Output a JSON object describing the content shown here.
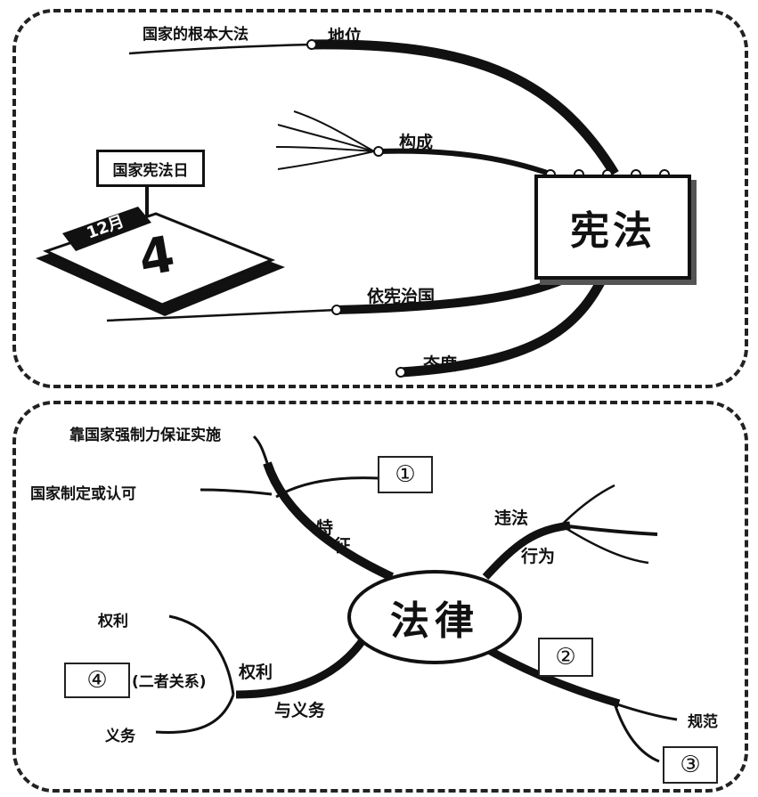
{
  "top": {
    "center": "宪法",
    "branches": {
      "status": "地位",
      "status_note": "国家的根本大法",
      "composition": "构成",
      "govern": "依宪治国",
      "attitude": "态度"
    },
    "calendar": {
      "sign": "国家宪法日",
      "month": "12月",
      "day": "4"
    }
  },
  "bottom": {
    "center": "法律",
    "features": {
      "label_1": "特",
      "label_2": "征",
      "item_a": "靠国家强制力保证实施",
      "item_b": "国家制定或认可",
      "blank": "①"
    },
    "illegal": {
      "label_1": "违法",
      "label_2": "行为"
    },
    "norm": {
      "blank_2": "②",
      "label": "规范",
      "blank_3": "③"
    },
    "rights": {
      "label_1": "权利",
      "label_2": "与义务",
      "right": "权利",
      "duty": "义务",
      "relation": "(二者关系)",
      "blank_4": "④"
    }
  }
}
